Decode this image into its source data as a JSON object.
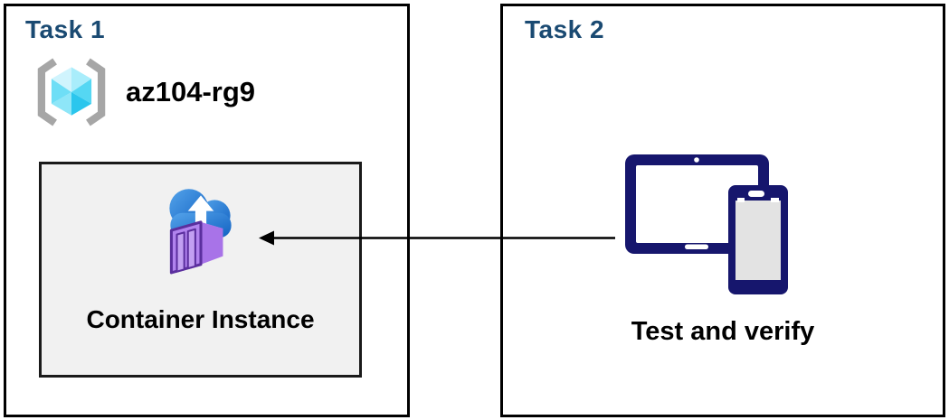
{
  "task1": {
    "title": "Task 1",
    "resource_group": "az104-rg9",
    "container_instance_label": "Container Instance"
  },
  "task2": {
    "title": "Task 2",
    "caption": "Test and verify"
  },
  "icons": {
    "resource_group": "resource-group-icon",
    "container_instances": "container-instances-icon",
    "devices": "tablet-phone-icon",
    "connector": "left-arrow-connector"
  },
  "colors": {
    "task_title_blue": "#1a4a72",
    "panel_border": "#000000",
    "container_box_bg": "#f1f1f1",
    "container_box_border": "#1a1a1a",
    "device_navy": "#16166d",
    "device_screen_gray": "#e3e3e3",
    "cloud_blue_light": "#54a3ea",
    "cloud_blue_dark": "#1262c2",
    "container_purple": "#b183ee",
    "container_purple_outline": "#5b2f9e",
    "cube_cyan_light": "#d0f4fd",
    "cube_cyan_dark": "#2bc6ed",
    "bracket_gray": "#a6a6a6",
    "label_text": "#000000",
    "arrow_black": "#000000"
  }
}
